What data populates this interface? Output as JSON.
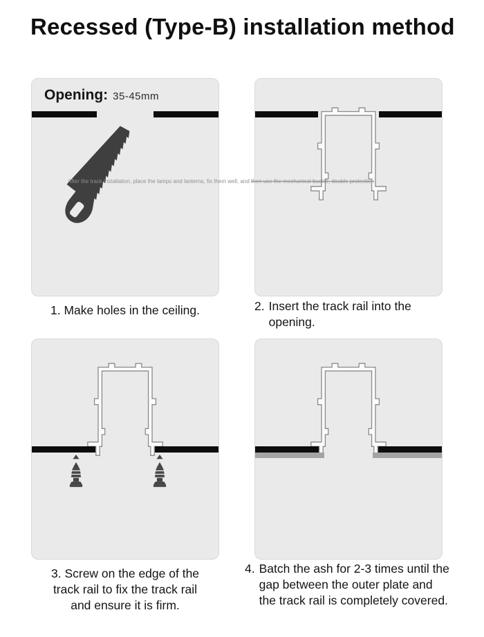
{
  "title": "Recessed (Type-B) installation method",
  "watermark": {
    "normal": "After the track installation, place the lamps and lanterns, fix them well, and ",
    "struck": "then use the mechanical buckle, double protection"
  },
  "steps": {
    "s1": {
      "opening_label": "Opening:",
      "opening_value": "35-45mm",
      "num": "1.",
      "caption": "Make holes in the ceiling."
    },
    "s2": {
      "num": "2.",
      "caption": "Insert the track rail into the opening."
    },
    "s3": {
      "num": "3.",
      "caption": "Screw on the edge of the track rail to fix the track rail and ensure it is firm."
    },
    "s4": {
      "num": "4.",
      "caption": "Batch the ash for 2-3 times until the gap between the outer plate and the track rail is completely covered."
    }
  },
  "icons": {
    "saw": "handsaw-icon",
    "track_rail": "track-rail-cross-section-icon",
    "screw": "screw-icon",
    "arrow_up": "arrow-up-icon"
  },
  "colors": {
    "page_bg": "#ffffff",
    "panel_bg": "#eaeaea",
    "ceiling_black": "#0d0d0d",
    "ash_gray": "#a3a3a3",
    "saw_gray": "#3f3f3f",
    "outline_gray": "#8a8a8a",
    "text_dark": "#141414",
    "watermark_gray": "#8f8f8f"
  }
}
